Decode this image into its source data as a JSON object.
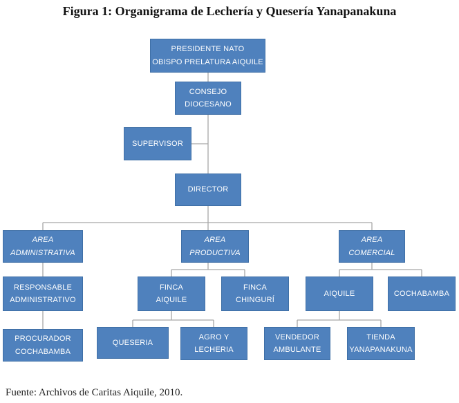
{
  "title": "Figura 1: Organigrama de Lechería y Quesería Yanapanakuna",
  "source": "Fuente: Archivos de Caritas Aiquile, 2010.",
  "nodes": {
    "presidente": [
      "PRESIDENTE NATO",
      "OBISPO PRELATURA AIQUILE"
    ],
    "consejo": [
      "CONSEJO",
      "DIOCESANO"
    ],
    "supervisor": [
      "SUPERVISOR"
    ],
    "director": [
      "DIRECTOR"
    ],
    "area_adm": [
      "AREA",
      "ADMINISTRATIVA"
    ],
    "area_prod": [
      "AREA",
      "PRODUCTIVA"
    ],
    "area_com": [
      "AREA",
      "COMERCIAL"
    ],
    "responsable": [
      "RESPONSABLE",
      "ADMINISTRATIVO"
    ],
    "procurador": [
      "PROCURADOR",
      "COCHABAMBA"
    ],
    "finca_aiquile": [
      "FINCA",
      "AIQUILE"
    ],
    "finca_chinguri": [
      "FINCA",
      "CHINGURÍ"
    ],
    "queseria": [
      "QUESERIA"
    ],
    "agro": [
      "AGRO Y",
      "LECHERIA"
    ],
    "aiquile": [
      "AIQUILE"
    ],
    "cochabamba": [
      "COCHABAMBA"
    ],
    "vendedor": [
      "VENDEDOR",
      "AMBULANTE"
    ],
    "tienda": [
      "TIENDA",
      "YANAPANAKUNA"
    ]
  },
  "colors": {
    "box_fill": "#4f81bd",
    "connector": "#a6a6a6"
  }
}
